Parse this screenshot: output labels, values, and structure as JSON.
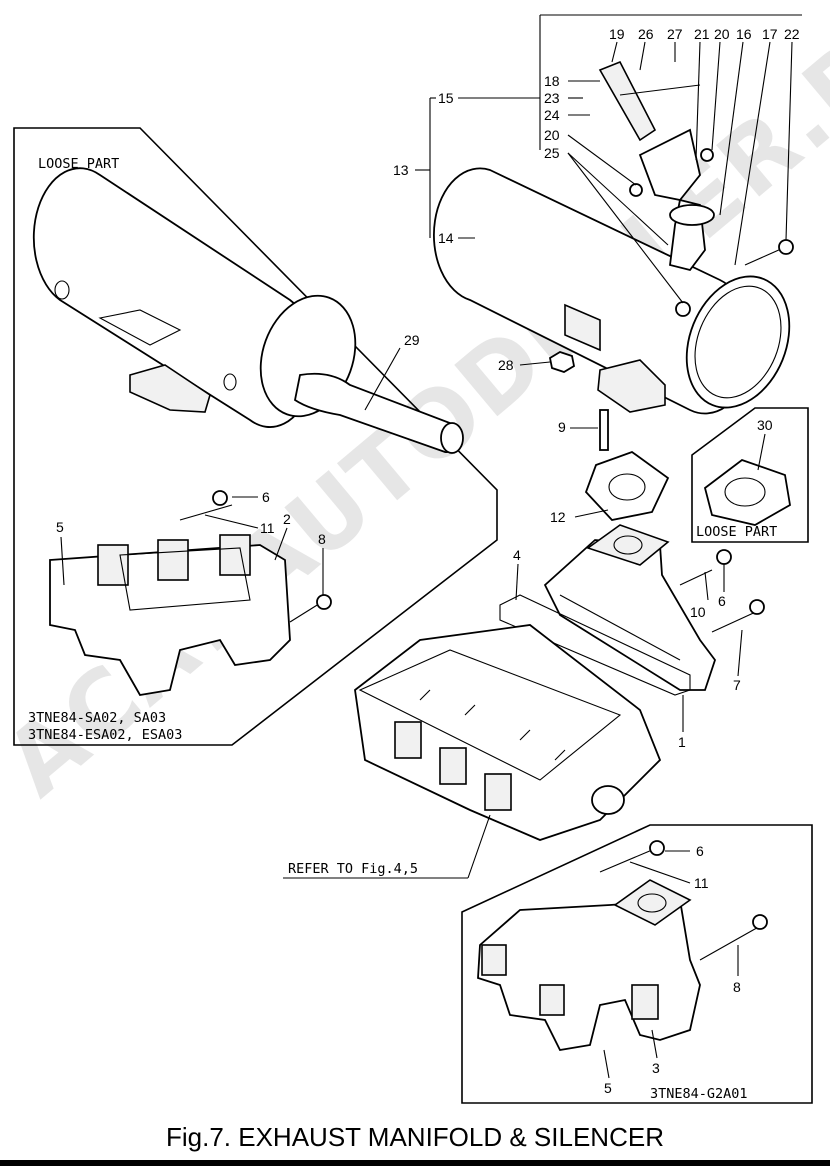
{
  "figure": {
    "caption": "Fig.7.  EXHAUST MANIFOLD & SILENCER",
    "watermark": "ACAT.AUTODEALER.RU"
  },
  "panels": {
    "loose_part_silencer": "LOOSE PART",
    "loose_part_gasket": "LOOSE PART",
    "variant_sa": [
      "3TNE84-SA02, SA03",
      "3TNE84-ESA02, ESA03"
    ],
    "variant_g2": "3TNE84-G2A01",
    "refer": "REFER TO Fig.4,5"
  },
  "callouts": {
    "top_row": [
      "19",
      "26",
      "27",
      "21",
      "20",
      "16",
      "17",
      "22"
    ],
    "left_stack": [
      "18",
      "23",
      "24",
      "20",
      "25"
    ],
    "c15": "15",
    "c13": "13",
    "c14": "14",
    "c28": "28",
    "c9": "9",
    "c12": "12",
    "c30": "30",
    "c29": "29",
    "c6a": "6",
    "c11a": "11",
    "c2": "2",
    "c5a": "5",
    "c8a": "8",
    "c4": "4",
    "c10": "10",
    "c6b": "6",
    "c7": "7",
    "c1": "1",
    "c6c": "6",
    "c11b": "11",
    "c8b": "8",
    "c3": "3",
    "c5b": "5"
  }
}
